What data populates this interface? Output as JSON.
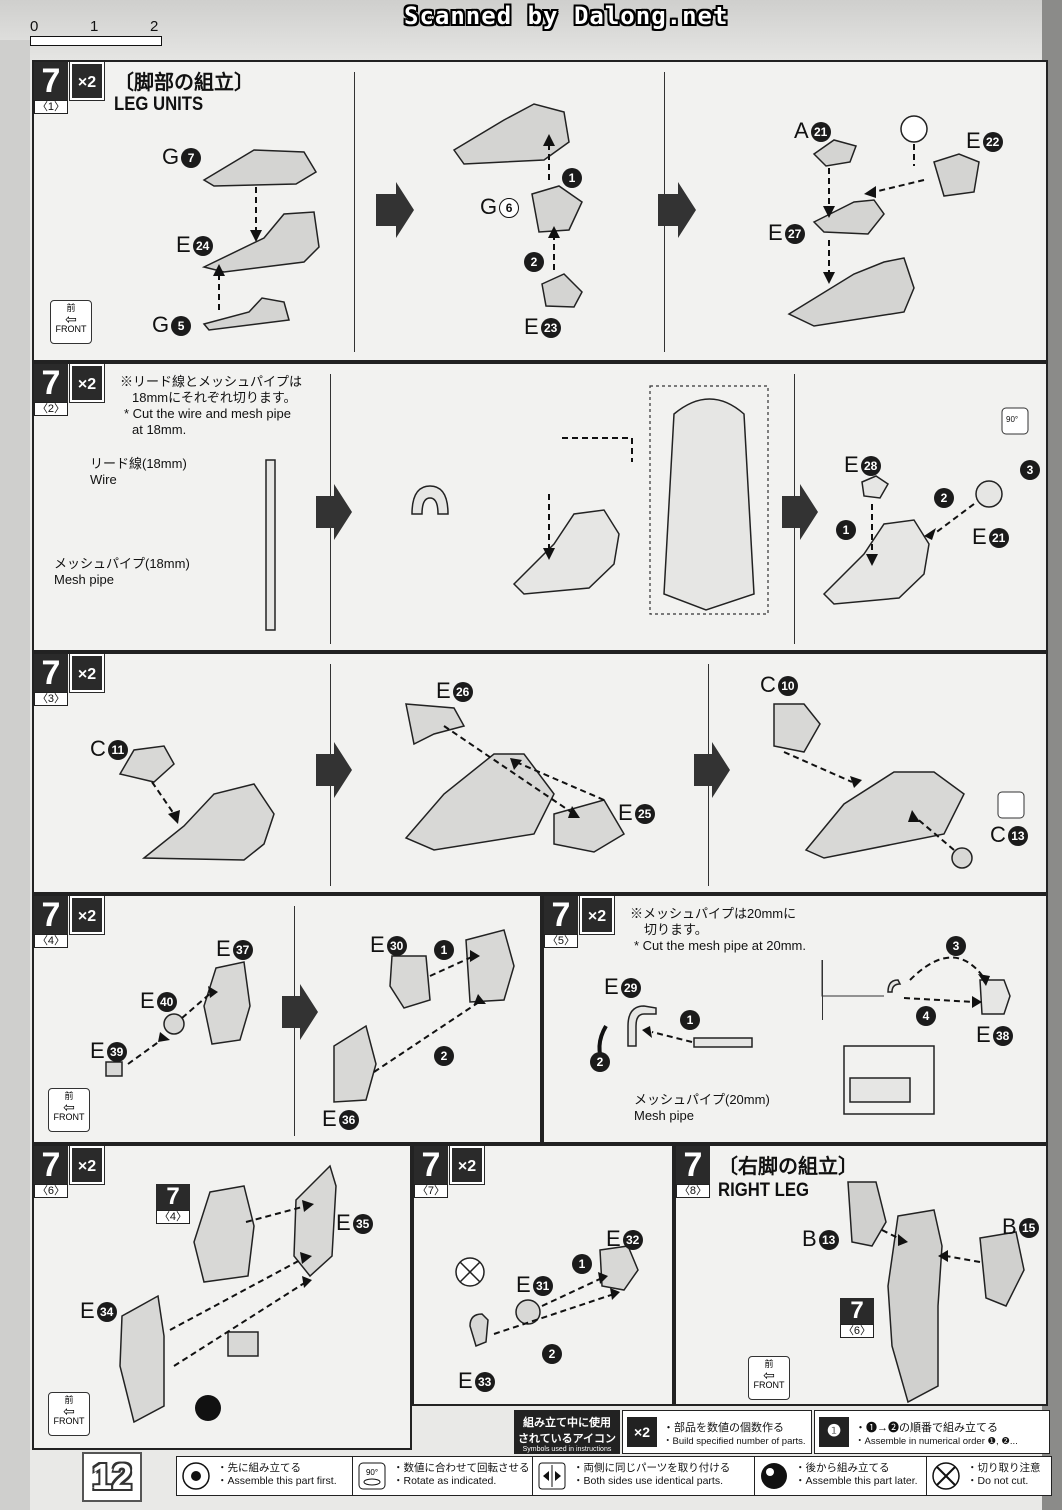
{
  "header": {
    "ruler_ticks": [
      "0",
      "1",
      "2"
    ],
    "scanned_by": "Scanned by Dalong.net"
  },
  "common": {
    "multiplier": "×2",
    "front_jp": "前",
    "front_en": "FRONT"
  },
  "step1": {
    "num": "7",
    "sub": "〈1〉",
    "title_jp": "〔脚部の組立〕",
    "title_en": "LEG UNITS",
    "parts": {
      "g7": "G",
      "g7n": "7",
      "e24": "E",
      "e24n": "24",
      "g5": "G",
      "g5n": "5",
      "g6": "G",
      "g6n": "6",
      "e23": "E",
      "e23n": "23",
      "a21": "A",
      "a21n": "21",
      "e22": "E",
      "e22n": "22",
      "e27": "E",
      "e27n": "27"
    },
    "order": [
      "1",
      "2"
    ]
  },
  "step2": {
    "num": "7",
    "sub": "〈2〉",
    "note_jp_1": "※リード線とメッシュパイプは",
    "note_jp_2": "18mmにそれぞれ切ります。",
    "note_en_1": "* Cut the wire and mesh pipe",
    "note_en_2": "at 18mm.",
    "wire_jp": "リード線(18mm)",
    "wire_en": "Wire",
    "mesh_jp": "メッシュパイプ(18mm)",
    "mesh_en": "Mesh pipe",
    "rotate": "90°",
    "parts": {
      "e28": "E",
      "e28n": "28",
      "e21": "E",
      "e21n": "21"
    },
    "order": [
      "1",
      "2",
      "3"
    ]
  },
  "step3": {
    "num": "7",
    "sub": "〈3〉",
    "parts": {
      "c11": "C",
      "c11n": "11",
      "e26": "E",
      "e26n": "26",
      "e25": "E",
      "e25n": "25",
      "c10": "C",
      "c10n": "10",
      "c13": "C",
      "c13n": "13"
    }
  },
  "step4": {
    "num": "7",
    "sub": "〈4〉",
    "parts": {
      "e37": "E",
      "e37n": "37",
      "e40": "E",
      "e40n": "40",
      "e39": "E",
      "e39n": "39",
      "e30": "E",
      "e30n": "30",
      "e36": "E",
      "e36n": "36"
    },
    "order": [
      "1",
      "2"
    ]
  },
  "step5": {
    "num": "7",
    "sub": "〈5〉",
    "note_jp_1": "※メッシュパイプは20mmに",
    "note_jp_2": "切ります。",
    "note_en": "* Cut the mesh pipe at 20mm.",
    "mesh_jp": "メッシュパイプ(20mm)",
    "mesh_en": "Mesh pipe",
    "parts": {
      "e29": "E",
      "e29n": "29",
      "e38": "E",
      "e38n": "38"
    },
    "order": [
      "1",
      "2",
      "3",
      "4"
    ]
  },
  "step6": {
    "num": "7",
    "sub": "〈6〉",
    "ref_num": "7",
    "ref_sub": "〈4〉",
    "parts": {
      "e35": "E",
      "e35n": "35",
      "e34": "E",
      "e34n": "34"
    }
  },
  "step7": {
    "num": "7",
    "sub": "〈7〉",
    "parts": {
      "e32": "E",
      "e32n": "32",
      "e31": "E",
      "e31n": "31",
      "e33": "E",
      "e33n": "33"
    },
    "order": [
      "1",
      "2"
    ]
  },
  "step8": {
    "num": "7",
    "sub": "〈8〉",
    "title_jp": "〔右脚の組立〕",
    "title_en": "RIGHT LEG",
    "ref_num": "7",
    "ref_sub": "〈6〉",
    "parts": {
      "b13": "B",
      "b13n": "13",
      "b15": "B",
      "b15n": "15"
    }
  },
  "legend": {
    "symbols_jp_1": "組み立て中に使用",
    "symbols_jp_2": "されているアイコン",
    "symbols_en": "Symbols used in instructions",
    "x2_jp": "・部品を数値の個数作る",
    "x2_en": "・Build specified number of parts.",
    "order_jp": "・❶→❷の順番で組み立てる",
    "order_en": "・Assemble in numerical order ❶, ❷..."
  },
  "bottom_icons": [
    {
      "jp": "・先に組み立てる",
      "en": "・Assemble this part first."
    },
    {
      "jp": "・数値に合わせて回転させる",
      "en": "・Rotate as indicated."
    },
    {
      "jp": "・両側に同じパーツを取り付ける",
      "en": "・Both sides use identical parts."
    },
    {
      "jp": "・後から組み立てる",
      "en": "・Assemble this part later."
    },
    {
      "jp": "・切り取り注意",
      "en": "・Do not cut."
    }
  ],
  "page_number": "12"
}
